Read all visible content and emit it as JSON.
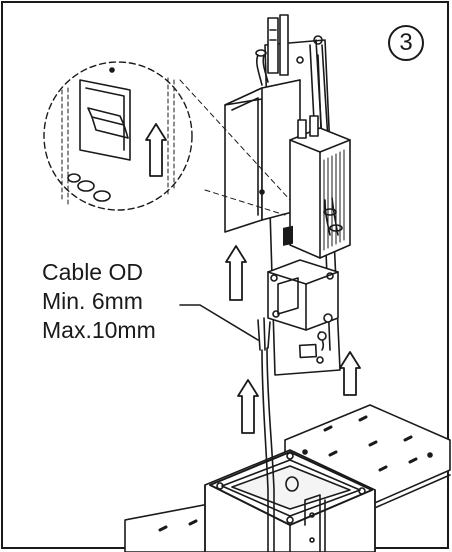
{
  "step": {
    "number": "3"
  },
  "cable_callout": {
    "title": "Cable OD",
    "min": "Min. 6mm",
    "max": "Max.10mm"
  },
  "colors": {
    "line": "#1a1a1a",
    "background": "#ffffff"
  }
}
